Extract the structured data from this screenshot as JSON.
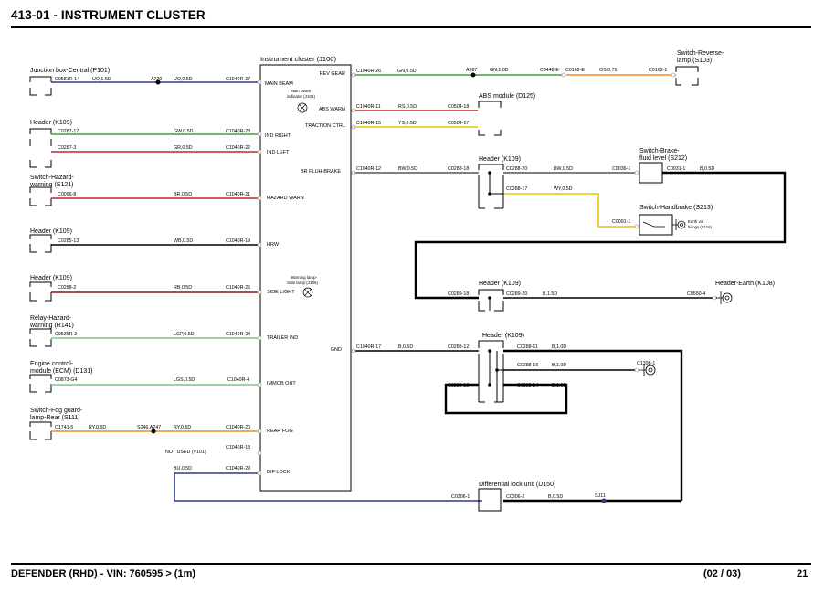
{
  "header": {
    "title": "413-01 - INSTRUMENT CLUSTER"
  },
  "footer": {
    "vehicle": "DEFENDER  (RHD) - VIN: 760595 >  (1m)",
    "page_of": "(02 / 03)",
    "page_number": "21"
  },
  "cluster": {
    "title": "Instrument cluster (J100)",
    "pins_left": [
      "MAIN BEAM",
      "IND RIGHT",
      "IND LEFT",
      "HAZARD WARN",
      "HRW",
      "SIDE LIGHT",
      "TRAILER IND",
      "IMMOB OUT",
      "REAR FOG",
      "DIF LOCK"
    ],
    "pins_right": [
      "REV GEAR",
      "ABS WARN",
      "TRACTION CTRL",
      "BR FLUH-BRAKE",
      "GND"
    ],
    "lamp_main_beam": [
      "Main beam",
      "indicator (J106)"
    ],
    "lamp_side_light": [
      "Warning lamp-",
      "Side lamp (J105)"
    ]
  },
  "left_components": [
    {
      "name": "Junction box-Central (P101)",
      "connector": "C0581R-14",
      "wire": "UO,1.5D",
      "splice": "A720",
      "wire2": "UO,0.5D",
      "cluster_conn": "C1040R-27"
    },
    {
      "name": "Header (K109)",
      "connector": "C0287-17",
      "wire": "GW,0.5D",
      "cluster_conn": "C1040R-23"
    },
    {
      "connector": "C0287-3",
      "wire": "GR,0.5D",
      "cluster_conn": "C1040R-22"
    },
    {
      "name": "Switch-Hazard-",
      "name2": "warning (S121)",
      "connector": "C0096-8",
      "wire": "BR,0.5D",
      "cluster_conn": "C1040R-21"
    },
    {
      "name": "Header (K109)",
      "connector": "C0285-13",
      "wire": "WB,0.5D",
      "cluster_conn": "C1040R-19"
    },
    {
      "name": "Header (K109)",
      "connector": "C0288-2",
      "wire": "RB,0.5D",
      "cluster_conn": "C1040R-25"
    },
    {
      "name": "Relay-Hazard-",
      "name2": "warning (R141)",
      "connector": "C0536R-2",
      "wire": "LGP,0.5D",
      "cluster_conn": "C1040R-24"
    },
    {
      "name": "Engine control-",
      "name2": "module (ECM) (D131)",
      "connector": "C0873-G4",
      "wire": "LGS,0.5D",
      "cluster_conn": "C1040R-4"
    },
    {
      "name": "Switch-Fog guard-",
      "name2": "lamp-Rear (S111)",
      "connector": "C1741-5",
      "wire": "RY,0.5D",
      "splice": "S246,A247",
      "wire2": "RY,0.5D",
      "cluster_conn": "C1040R-20"
    }
  ],
  "not_used": {
    "label": "NOT USED (V101)",
    "cluster_conn": "C1040R-18"
  },
  "dif_lock": {
    "wire": "BU,0.5D",
    "cluster_conn": "C1040R-29"
  },
  "rev_gear": {
    "cluster_conn": "C1040R-26",
    "wire": "GN,0.5D",
    "splice": "A587",
    "wire2": "GN,1.0D",
    "conn_a": "C0448-E",
    "conn_b": "C0162-E",
    "wire3": "OS,0.75",
    "conn_c": "C0163-1",
    "component": "Switch-Reverse-",
    "component2": "lamp (S103)"
  },
  "abs": {
    "component": "ABS module (D125)",
    "warn_conn": "C1040R-11",
    "warn_wire": "RS,0.5D",
    "warn_abs_conn": "C0504-18",
    "tc_conn": "C1040R-15",
    "tc_wire": "YS,0.5D",
    "tc_abs_conn": "C0504-17"
  },
  "brake": {
    "cluster_conn": "C1040R-12",
    "wire": "BW,0.5D",
    "header_in": "C0288-18",
    "header": "Header (K109)",
    "out1": "C0288-20",
    "out1_wire": "BW,0.5D",
    "fluid_conn": "C0036-1",
    "fluid_switch": "Switch-Brake-",
    "fluid_switch2": "fluid level (S212)",
    "fluid_out": "C0031-1",
    "fluid_out_wire": "B,0.5D",
    "out2": "C0288-17",
    "out2_wire": "WY,0.5D",
    "handbrake": "Switch-Handbrake (S213)",
    "handbrake_conn": "C0091-1",
    "earth_label": [
      "Earth via",
      "fixings (S116)"
    ]
  },
  "earth": {
    "header": "Header (K109)",
    "in_conn": "C0289-18",
    "out_conn": "C0289-20",
    "wire": "B,1.5D",
    "earth_conn": "C0550-4",
    "earth_header": "Header-Earth (K108)"
  },
  "gnd": {
    "cluster_conn": "C1040R-17",
    "wire": "B,0.5D",
    "header": "Header (K109)",
    "in_conn": "C0288-12",
    "out_a": "C0288-11",
    "out_a_wire": "B,1.0D",
    "out_b": "C0288-16",
    "out_b_wire": "B,1.0D",
    "earth_conn": "C1398-1",
    "in_conn2": "C0288-13",
    "out_c": "C0288-14",
    "out_c_wire": "B,1.0D"
  },
  "diff": {
    "component": "Differential lock unit (D150)",
    "in_conn": "C0306-1",
    "out_conn": "C0306-2",
    "wire": "B,0.5D",
    "splice": "SJ11"
  },
  "colors": {
    "blue": "#2c3a8c",
    "green": "#3aa23a",
    "red": "#c0282d",
    "yellow": "#e6c800",
    "orange": "#f08c28",
    "lightgreen": "#7fc77f",
    "brown": "#8b4513",
    "black": "#000000"
  }
}
